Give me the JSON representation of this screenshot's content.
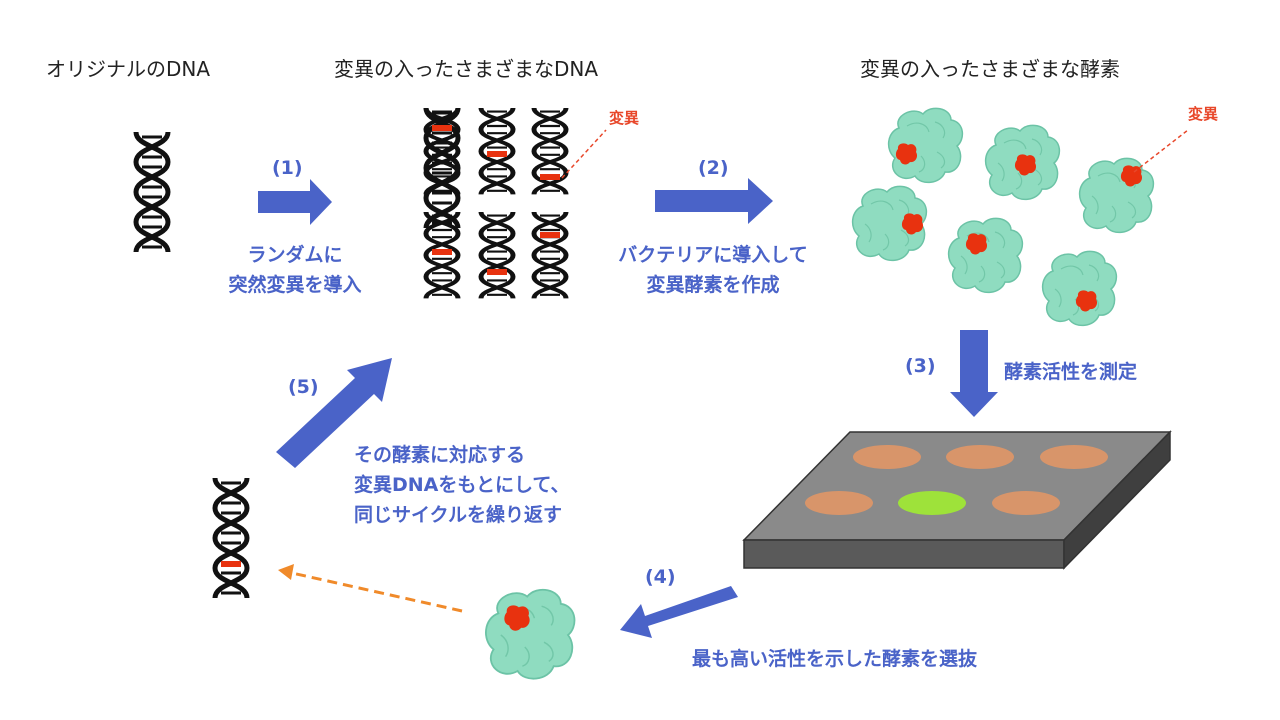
{
  "headers": {
    "original_dna": "オリジナルのDNA",
    "mutant_dna": "変異の入ったさまざまなDNA",
    "mutant_enzymes": "変異の入ったさまざまな酵素"
  },
  "labels": {
    "mutation_dna": "変異",
    "mutation_enzyme": "変異"
  },
  "steps": {
    "s1": "(1)",
    "s2": "(2)",
    "s3": "(3)",
    "s4": "(4)",
    "s5": "(5)"
  },
  "descriptions": {
    "s1_line1": "ランダムに",
    "s1_line2": "突然変異を導入",
    "s2_line1": "バクテリアに導入して",
    "s2_line2": "変異酵素を作成",
    "s3": "酵素活性を測定",
    "s4": "最も高い活性を示した酵素を選抜",
    "s5_line1": "その酵素に対応する",
    "s5_line2": "変異DNAをもとにして、",
    "s5_line3": "同じサイクルを繰り返す"
  },
  "colors": {
    "arrow_blue": "#4a63c8",
    "text_blue": "#4a63c8",
    "mutation_red": "#e8472a",
    "enzyme_fill": "#8fdcc0",
    "well_orange": "#d8956a",
    "well_green": "#9ee23a",
    "plate_top": "#8a8a8a",
    "dashed_orange": "#f08a2a"
  },
  "icons": [
    "dna-helix-icon",
    "enzyme-blob-icon",
    "well-plate-icon",
    "arrow-icon"
  ]
}
